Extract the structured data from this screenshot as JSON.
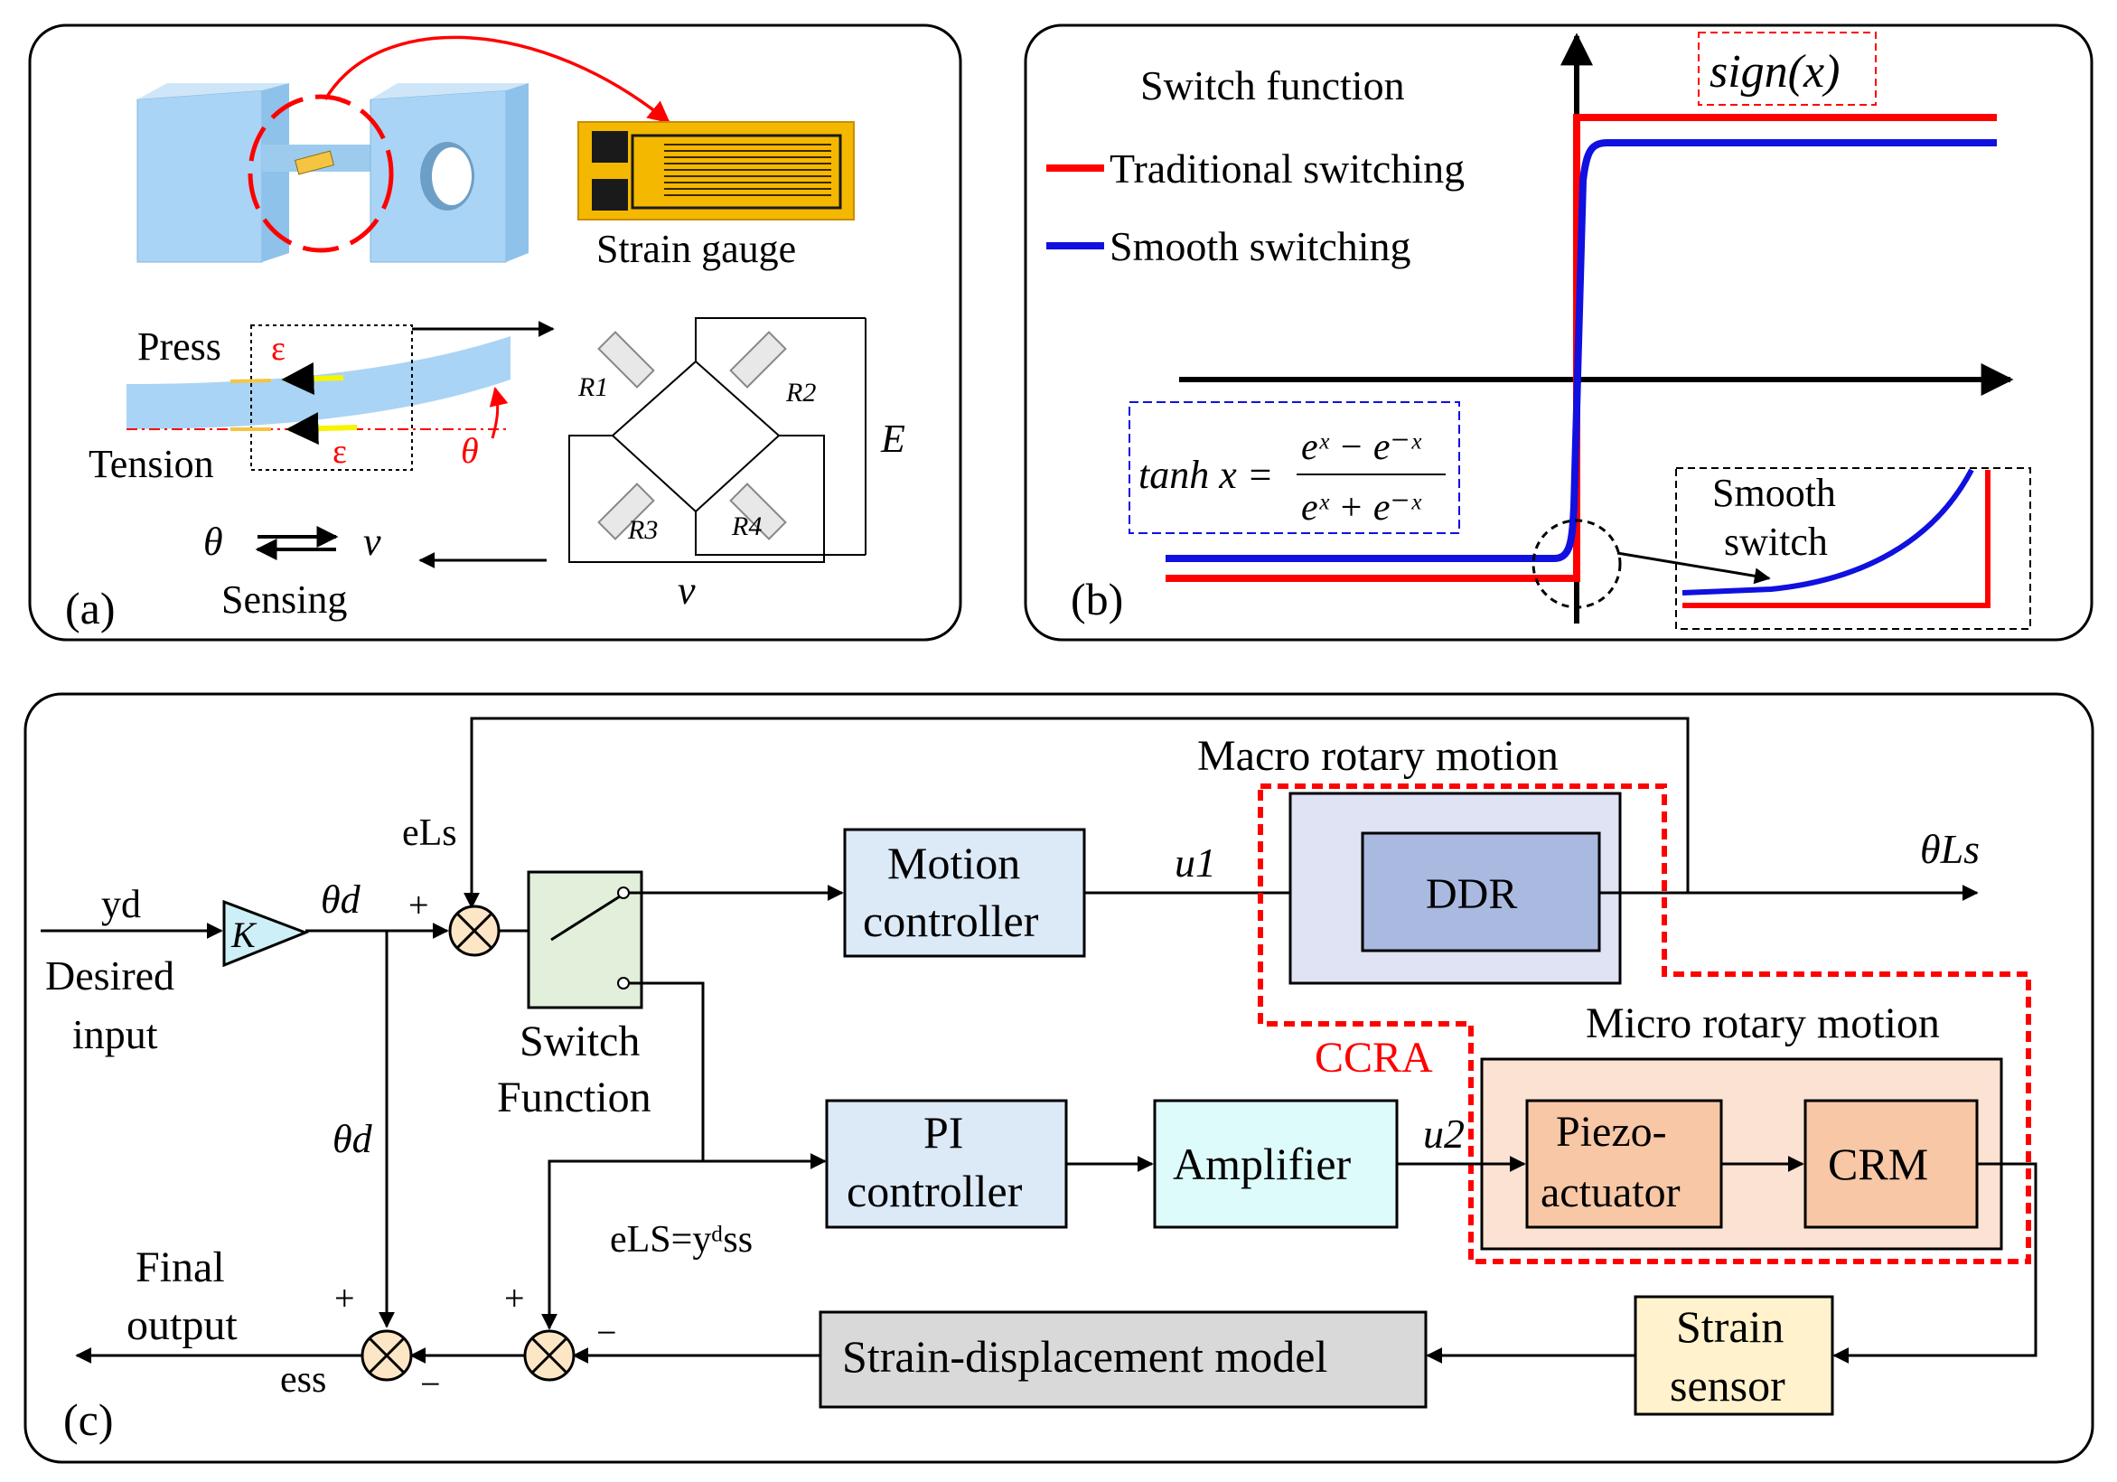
{
  "colors": {
    "red": "#ff0000",
    "blue": "#1010e0",
    "block_blue": "#dce9f7",
    "ddr_outer": "#dfe3f4",
    "ddr_inner": "#a9b9e0",
    "switch_green": "#e2efda",
    "amp_cyan": "#ddfbfb",
    "micro_bg": "#fbe2d3",
    "micro_block": "#f7c7a6",
    "sensor_yellow": "#fff2cc",
    "model_gray": "#d9d9d9",
    "sum_fill": "#fde6c6",
    "gain_fill": "#cdeff7",
    "metal": "#a9d4f5"
  },
  "panel_a": {
    "label": "(a)",
    "strain_gauge_label": "Strain gauge",
    "press_label": "Press",
    "tension_label": "Tension",
    "epsilon": "ε",
    "theta": "θ",
    "sensing_theta": "θ",
    "sensing_v": "v",
    "sensing_label": "Sensing",
    "bridge": {
      "R1": "R1",
      "R2": "R2",
      "R3": "R3",
      "R4": "R4",
      "E": "E",
      "v": "v"
    }
  },
  "panel_b": {
    "label": "(b)",
    "legend_title": "Switch function",
    "legend_traditional": "Traditional switching",
    "legend_smooth": "Smooth  switching",
    "sign_label": "sign(x)",
    "tanh_lhs": "tanh x =",
    "tanh_num": "eˣ − e⁻ˣ",
    "tanh_den": "eˣ + e⁻ˣ",
    "inset_label_1": "Smooth",
    "inset_label_2": "switch"
  },
  "panel_c": {
    "label": "(c)",
    "yd": "yd",
    "desired_1": "Desired",
    "desired_2": "input",
    "gain": "K",
    "theta_d_top": "θd",
    "theta_d_left": "θd",
    "e_ls_top": "eLs",
    "switch_1": "Switch",
    "switch_2": "Function",
    "motion_1": "Motion",
    "motion_2": "controller",
    "u1": "u1",
    "macro_title": "Macro rotary motion",
    "ddr": "DDR",
    "theta_ls": "θLs",
    "ccra": "CCRA",
    "micro_title": "Micro rotary motion",
    "pi_1": "PI",
    "pi_2": "controller",
    "amplifier": "Amplifier",
    "u2": "u2",
    "piezo_1": "Piezo-",
    "piezo_2": "actuator",
    "crm": "CRM",
    "e_ls_eq": "eLS=yᵈss",
    "final_1": "Final",
    "final_2": "output",
    "e_ss": "ess",
    "model": "Strain-displacement model",
    "sensor_1": "Strain",
    "sensor_2": "sensor",
    "plus": "+",
    "minus": "−"
  }
}
